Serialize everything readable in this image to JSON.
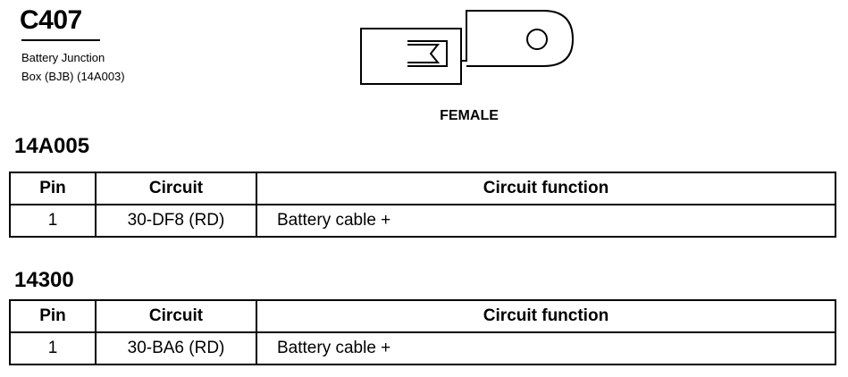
{
  "connector": {
    "id": "C407",
    "description_line1": "Battery Junction",
    "description_line2": "Box (BJB) (14A003)",
    "gender": "FEMALE"
  },
  "tables": [
    {
      "title": "14A005",
      "headers": [
        "Pin",
        "Circuit",
        "Circuit function"
      ],
      "rows": [
        {
          "pin": "1",
          "circuit": "30-DF8 (RD)",
          "function": "Battery cable +"
        }
      ]
    },
    {
      "title": "14300",
      "headers": [
        "Pin",
        "Circuit",
        "Circuit function"
      ],
      "rows": [
        {
          "pin": "1",
          "circuit": "30-BA6 (RD)",
          "function": "Battery cable +"
        }
      ]
    }
  ]
}
